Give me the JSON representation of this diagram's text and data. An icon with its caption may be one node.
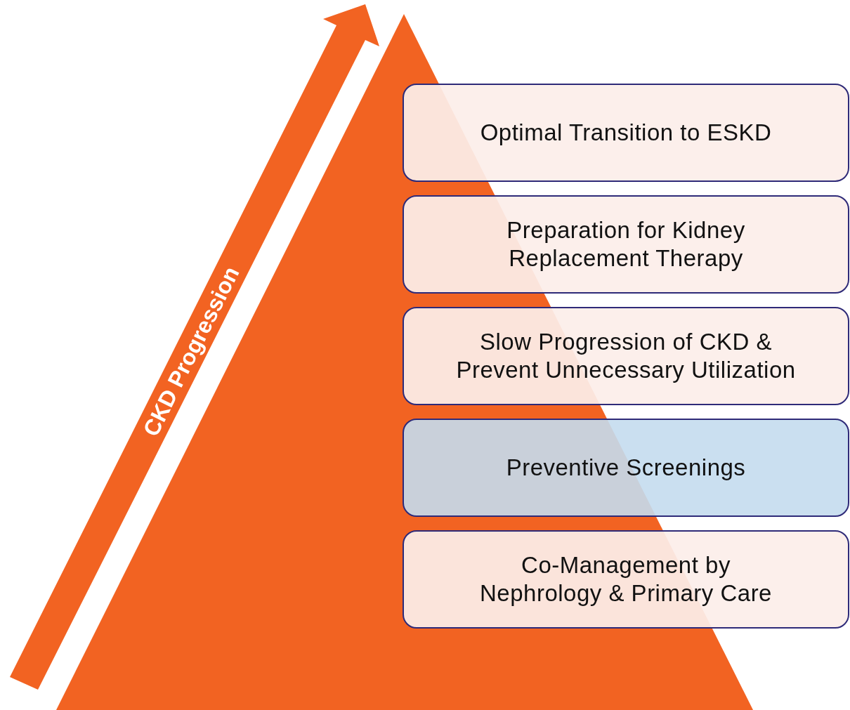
{
  "diagram": {
    "nodes": [
      {
        "text": [
          "Optimal Transition to ESKD"
        ]
      },
      {
        "text": [
          "Preparation for Kidney Replacement Therapy"
        ]
      },
      {
        "text": [
          "Slow Progression of CKD & Prevent Unnecessary Utilization"
        ]
      },
      {
        "text": [
          "Preventive Screenings"
        ]
      },
      {
        "text": [
          "Co-Management by Nephrology & Primary Care"
        ]
      }
    ],
    "labels": [
      "CKD Progression"
    ]
  }
}
